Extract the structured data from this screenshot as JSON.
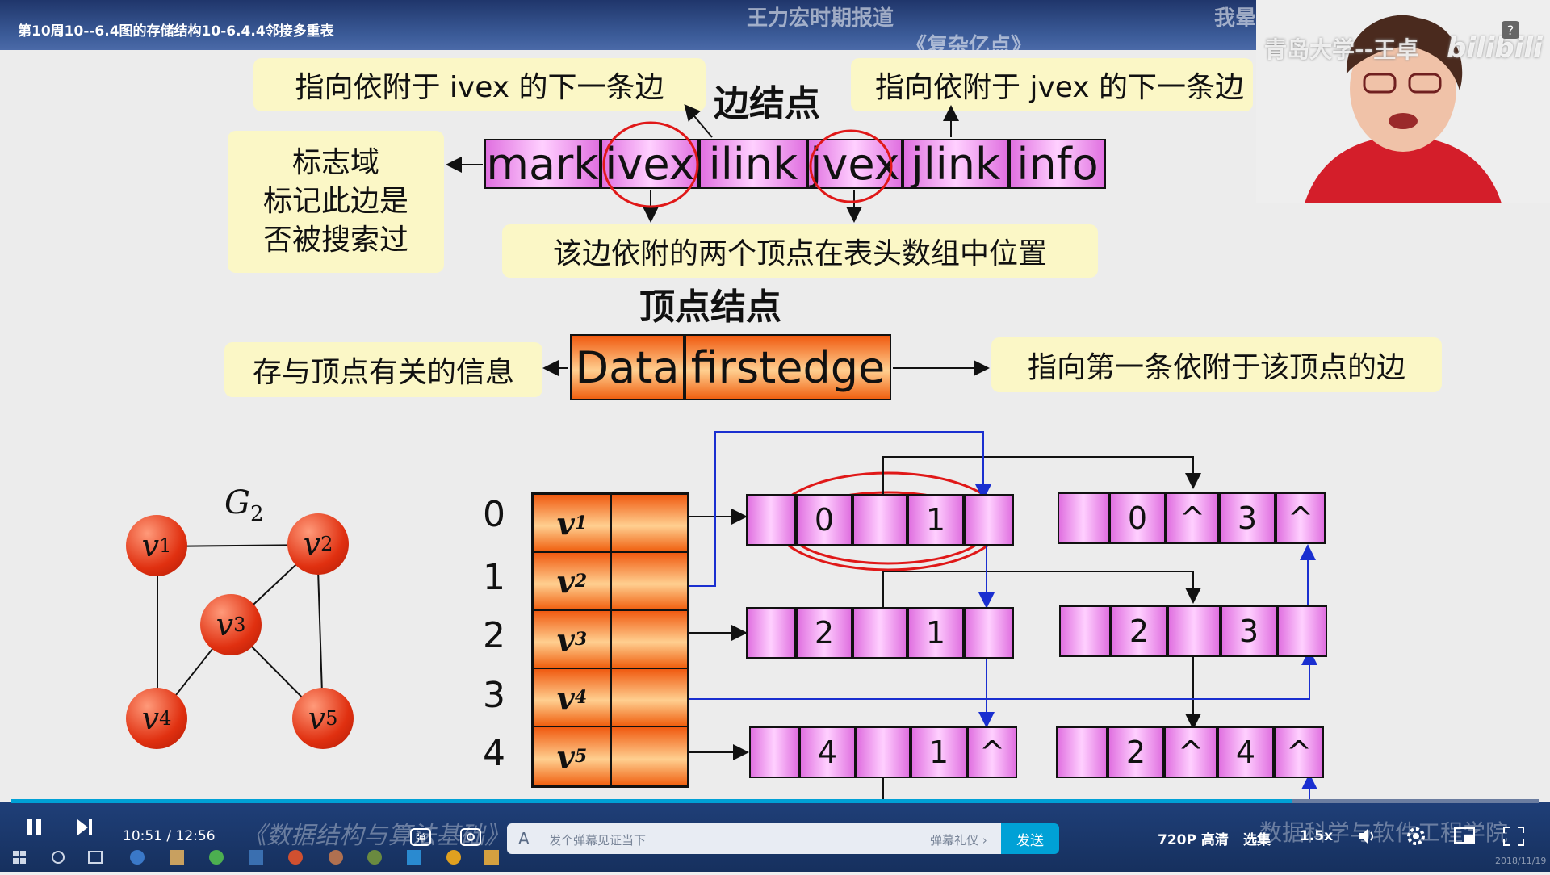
{
  "window": {
    "title": "第10周10--6.4图的存储结构10-6.4.4邻接多重表"
  },
  "danmaku": [
    "王力宏时期报道",
    "《复杂亿点》",
    "我晕了"
  ],
  "watermark": {
    "uploader": "青岛大学--王卓",
    "site": "bilibili"
  },
  "slide": {
    "edge_title": "边结点",
    "vertex_title": "顶点结点",
    "edge_fields": [
      "mark",
      "ivex",
      "ilink",
      "jvex",
      "jlink",
      "info"
    ],
    "vertex_fields": [
      "Data",
      "firstedge"
    ],
    "notes": {
      "ilink": "指向依附于 ivex 的下一条边",
      "jlink": "指向依附于 jvex 的下一条边",
      "mark": [
        "标志域",
        "标记此边是",
        "否被搜索过"
      ],
      "position": "该边依附的两个顶点在表头数组中位置",
      "data": "存与顶点有关的信息",
      "firstedge": "指向第一条依附于该顶点的边"
    },
    "graph": {
      "name": "G",
      "subscript": "2",
      "nodes": [
        {
          "label": "v",
          "sub": "1"
        },
        {
          "label": "v",
          "sub": "2"
        },
        {
          "label": "v",
          "sub": "3"
        },
        {
          "label": "v",
          "sub": "4"
        },
        {
          "label": "v",
          "sub": "5"
        }
      ]
    },
    "array": {
      "indices": [
        "0",
        "1",
        "2",
        "3",
        "4"
      ],
      "vertices": [
        {
          "label": "v",
          "sub": "1"
        },
        {
          "label": "v",
          "sub": "2"
        },
        {
          "label": "v",
          "sub": "3"
        },
        {
          "label": "v",
          "sub": "4"
        },
        {
          "label": "v",
          "sub": "5"
        }
      ]
    },
    "edge_nodes": [
      [
        "",
        "0",
        "",
        "1",
        ""
      ],
      [
        "",
        "0",
        "^",
        "3",
        "^"
      ],
      [
        "",
        "2",
        "",
        "1",
        ""
      ],
      [
        "",
        "2",
        "",
        "3",
        ""
      ],
      [
        "",
        "4",
        "",
        "1",
        "^"
      ],
      [
        "",
        "2",
        "^",
        "4",
        "^"
      ]
    ]
  },
  "player": {
    "time_current": "10:51",
    "time_sep": "/",
    "time_total": "12:56",
    "progress": 0.839,
    "danmu_placeholder": "发个弹幕见证当下",
    "danmu_etiquette": "弹幕礼仪 ›",
    "send_label": "发送",
    "quality": "720P 高清",
    "episodes": "选集",
    "speed": "1.5x",
    "help": "?",
    "date_stamp": "2018/11/19",
    "bottom_caption_left": "《数据结构与算法基础》",
    "bottom_caption_right": "数据科学与软件工程学院"
  },
  "colors": {
    "accent": "#00a1d6",
    "note_bg": "#fbf7c6",
    "edge_pink": "#e070e0",
    "vertex_orange": "#f05a10"
  }
}
